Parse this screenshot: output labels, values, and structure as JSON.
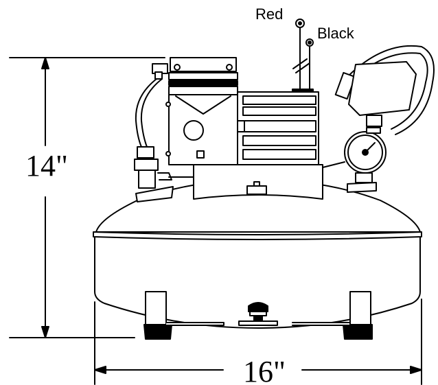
{
  "dimensions": {
    "height_label": "14\"",
    "width_label": "16\""
  },
  "wires": {
    "red_label": "Red",
    "black_label": "Black"
  },
  "colors": {
    "line": "#000000",
    "fill": "#ffffff",
    "foot": "#000000"
  }
}
